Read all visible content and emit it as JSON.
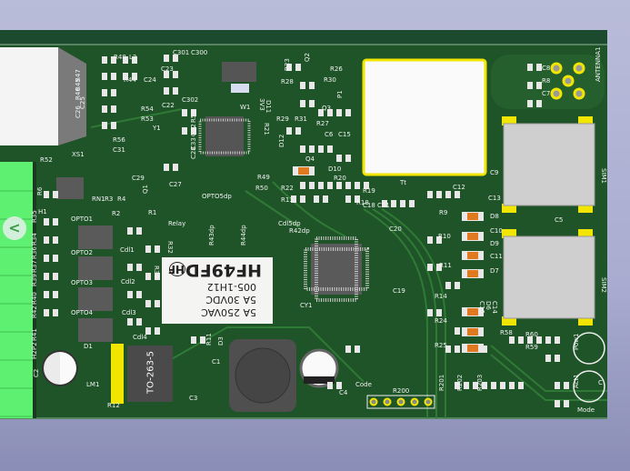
{
  "viewer": {
    "nav_prev_label": "<"
  },
  "relay": {
    "rating_ac": "5A 250VAC",
    "rating_dc": "5A 30VDC",
    "part_number": "005-1H12",
    "model": "HF49FD",
    "logo": "HF"
  },
  "regulator": {
    "package": "TO-263-5"
  },
  "labels": [
    "R48",
    "L2",
    "C301",
    "C300",
    "C23",
    "C302",
    "C22",
    "R55",
    "C32",
    "C33",
    "C28",
    "R54",
    "R53",
    "R56",
    "C25",
    "C31",
    "C24",
    "R44",
    "R45",
    "R46",
    "R47",
    "C26",
    "Y1",
    "C27",
    "C29",
    "W1",
    "3V3",
    "R23",
    "Q2",
    "R26",
    "R30",
    "R28",
    "D11",
    "R21",
    "R29",
    "R31",
    "R27",
    "Q3",
    "P1",
    "D12",
    "R49",
    "Q4",
    "C6",
    "C15",
    "D10",
    "R20",
    "R22",
    "R19",
    "R13",
    "R18",
    "C18",
    "C21",
    "C20",
    "Tt",
    "R50",
    "OPTO5dp",
    "Relay",
    "R43dp",
    "R44dp",
    "Cdl5dp",
    "R42dp",
    "CY1",
    "C19",
    "C12",
    "C13",
    "R9",
    "D8",
    "C10",
    "R10",
    "D9",
    "C11",
    "R11",
    "D7",
    "R14",
    "R24",
    "C16",
    "D6",
    "C14",
    "R25",
    "C9",
    "C8",
    "R8",
    "C7",
    "ANTENNA1",
    "SIM1",
    "C5",
    "SIM2",
    "R58",
    "R60",
    "R59",
    "Pow1",
    "Act1",
    "C",
    "Mode",
    "R52",
    "XS1",
    "R6",
    "H1",
    "RN1",
    "R3",
    "R4",
    "R2",
    "R1",
    "Q1",
    "OPTO1",
    "OPTO2",
    "OPTO3",
    "OPTO4",
    "Cdl1",
    "Cdl2",
    "Cdl3",
    "Cdl4",
    "R32",
    "R33",
    "R35",
    "R34",
    "R36",
    "R37",
    "R39",
    "R40",
    "R42",
    "R41",
    "P2",
    "H2",
    "C2",
    "D1",
    "LM1",
    "R12",
    "R11",
    "D3",
    "C1",
    "C3",
    "C4",
    "Code",
    "R200",
    "R201",
    "R202",
    "R203"
  ],
  "colors": {
    "board": "#1f5429",
    "silkscreen": "#f2f2f2",
    "pad": "#e8e8e8",
    "gold": "#f2e600",
    "terminal": "#5ef070"
  }
}
